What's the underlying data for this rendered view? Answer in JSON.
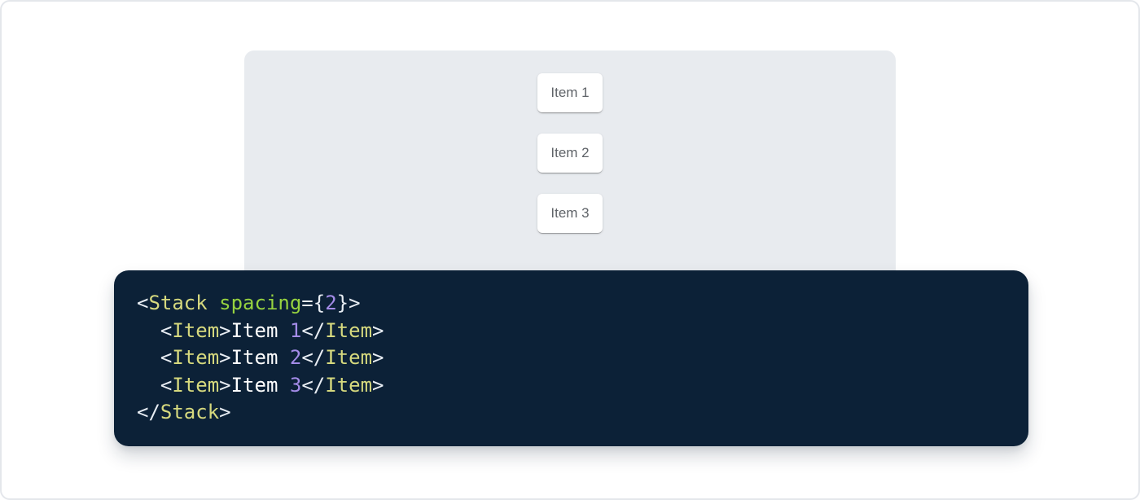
{
  "page": {
    "background": "#ffffff",
    "frame_border_color": "#e4e7eb"
  },
  "demo": {
    "panel_bg": "#e8ebef",
    "item_text_color": "#5f6368",
    "items": [
      {
        "label": "Item 1"
      },
      {
        "label": "Item 2"
      },
      {
        "label": "Item 3"
      }
    ]
  },
  "code": {
    "background": "#0c2137",
    "colors": {
      "tag": "#d6d97e",
      "attr": "#97d33f",
      "number": "#a48ce8",
      "punctuation": "#e8edf3",
      "text": "#ffffff"
    },
    "source_text": "<Stack spacing={2}>\n  <Item>Item 1</Item>\n  <Item>Item 2</Item>\n  <Item>Item 3</Item>\n</Stack>",
    "lines": [
      {
        "tokens": [
          {
            "type": "punct",
            "v": "<"
          },
          {
            "type": "tag",
            "v": "Stack"
          },
          {
            "type": "attr",
            "v": " spacing"
          },
          {
            "type": "punct",
            "v": "={"
          },
          {
            "type": "num",
            "v": "2"
          },
          {
            "type": "punct",
            "v": "}>"
          }
        ]
      },
      {
        "tokens": [
          {
            "type": "punct",
            "v": "  <"
          },
          {
            "type": "tag",
            "v": "Item"
          },
          {
            "type": "punct",
            "v": ">"
          },
          {
            "type": "text",
            "v": "Item "
          },
          {
            "type": "num",
            "v": "1"
          },
          {
            "type": "punct",
            "v": "</"
          },
          {
            "type": "tag",
            "v": "Item"
          },
          {
            "type": "punct",
            "v": ">"
          }
        ]
      },
      {
        "tokens": [
          {
            "type": "punct",
            "v": "  <"
          },
          {
            "type": "tag",
            "v": "Item"
          },
          {
            "type": "punct",
            "v": ">"
          },
          {
            "type": "text",
            "v": "Item "
          },
          {
            "type": "num",
            "v": "2"
          },
          {
            "type": "punct",
            "v": "</"
          },
          {
            "type": "tag",
            "v": "Item"
          },
          {
            "type": "punct",
            "v": ">"
          }
        ]
      },
      {
        "tokens": [
          {
            "type": "punct",
            "v": "  <"
          },
          {
            "type": "tag",
            "v": "Item"
          },
          {
            "type": "punct",
            "v": ">"
          },
          {
            "type": "text",
            "v": "Item "
          },
          {
            "type": "num",
            "v": "3"
          },
          {
            "type": "punct",
            "v": "</"
          },
          {
            "type": "tag",
            "v": "Item"
          },
          {
            "type": "punct",
            "v": ">"
          }
        ]
      },
      {
        "tokens": [
          {
            "type": "punct",
            "v": "</"
          },
          {
            "type": "tag",
            "v": "Stack"
          },
          {
            "type": "punct",
            "v": ">"
          }
        ]
      }
    ]
  }
}
